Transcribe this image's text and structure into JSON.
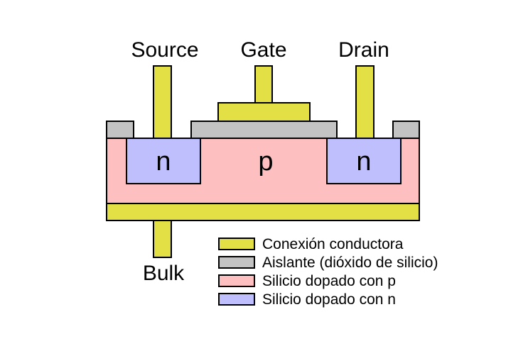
{
  "terminals": {
    "source": "Source",
    "gate": "Gate",
    "drain": "Drain",
    "bulk": "Bulk"
  },
  "regions": {
    "left_n": "n",
    "substrate_p": "p",
    "right_n": "n"
  },
  "legend": {
    "items": [
      {
        "label": "Conexión conductora",
        "color": "#e2e044"
      },
      {
        "label": "Aislante (dióxido de silicio)",
        "color": "#c3c3c3"
      },
      {
        "label": "Silicio dopado con p",
        "color": "#fdbfbf"
      },
      {
        "label": "Silicio dopado con n",
        "color": "#bfbffd"
      }
    ]
  },
  "colors": {
    "conductor": "#e2e044",
    "insulator": "#c3c3c3",
    "p_silicon": "#fdbfbf",
    "n_silicon": "#bfbffd",
    "outline": "#000000"
  }
}
